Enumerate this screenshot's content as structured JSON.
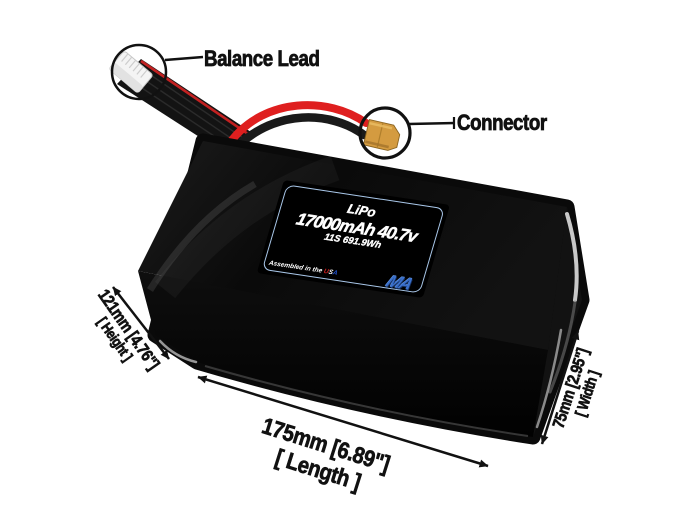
{
  "callouts": {
    "balance_lead": {
      "label": "Balance Lead"
    },
    "connector": {
      "label": "Connector"
    }
  },
  "battery_label": {
    "chemistry": "LiPo",
    "capacity": "17000mAh 40.7v",
    "cells_energy": "11S 691.9Wh",
    "assembled_prefix": "Assembled in the ",
    "usa": {
      "u": "U",
      "s": "S",
      "a": "A"
    },
    "brand_logo": "MA"
  },
  "dimensions": {
    "length": {
      "value": "175mm [6.89\"]",
      "name": "[ Length ]"
    },
    "height": {
      "value": "121mm [4.76\"]",
      "name": "[ Height ]"
    },
    "width": {
      "value": "75mm [2.95\"]",
      "name": "[ Width ]"
    }
  },
  "colors": {
    "background": "#ffffff",
    "battery_black": "#0a0a0a",
    "annotation_text": "#111111",
    "wire_red": "#df1f1f",
    "connector_yellow": "#d49b40",
    "label_border_blue": "#a9c7e9",
    "logo_blue": "#3a6fca",
    "usa_red": "#d42020",
    "usa_blue": "#2050c8"
  }
}
